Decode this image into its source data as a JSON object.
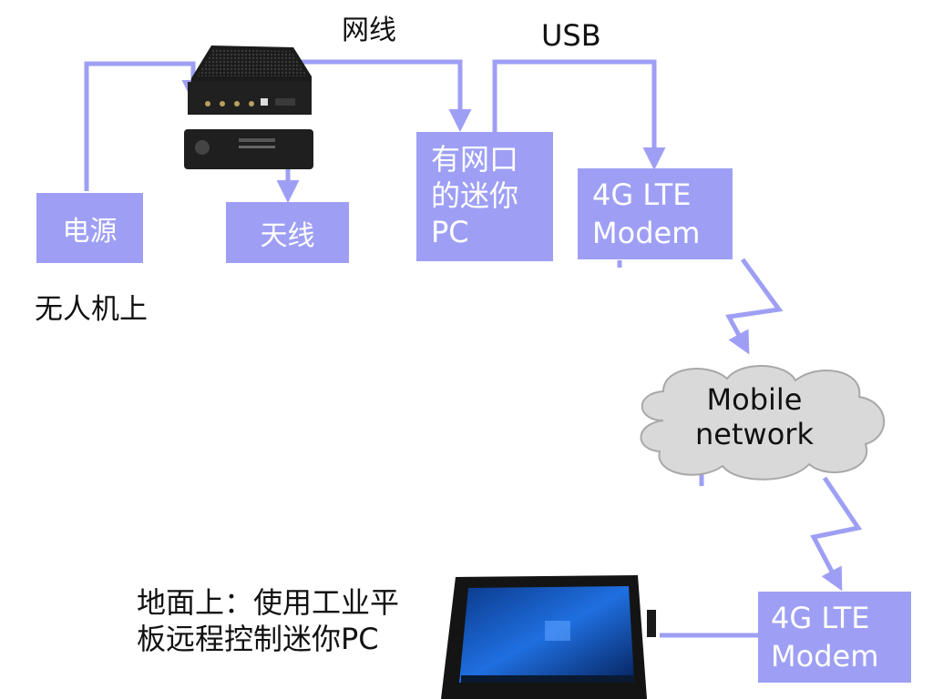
{
  "colors": {
    "box_fill": "#9e9ff4",
    "line": "#9e9ff4",
    "box_text": "#ffffff",
    "label_text": "#111111",
    "cloud_fill": "#d9d9d9"
  },
  "labels": {
    "ethernet": "网线",
    "usb": "USB",
    "on_drone": "无人机上",
    "ground_line1": "地面上：使用工业平",
    "ground_line2": "板远程控制迷你PC"
  },
  "boxes": {
    "power": "电源",
    "antenna": "天线",
    "mini_pc": [
      "有网口",
      "的迷你",
      "PC"
    ],
    "modem_top": [
      "4G LTE",
      "Modem"
    ],
    "modem_bottom": [
      "4G LTE",
      "Modem"
    ]
  },
  "cloud": [
    "Mobile",
    "network"
  ],
  "icons": [
    "radio-transceiver-device-icon",
    "rugged-tablet-icon"
  ]
}
